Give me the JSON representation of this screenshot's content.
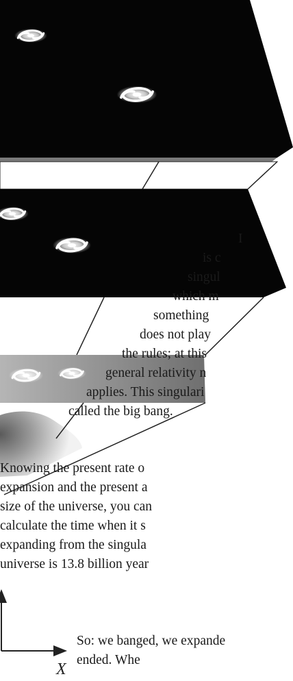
{
  "axes": {
    "x_label": "X"
  },
  "icons": {
    "galaxy": "spiral-galaxy-icon"
  },
  "text": {
    "p1_lines": [
      "I",
      "is c",
      "singul",
      "which m",
      "something",
      "does not play",
      "the rules; at this",
      "general relativity n",
      "applies. This singulari",
      "called the big bang."
    ],
    "p2_lines": [
      "Knowing the present rate o",
      "expansion and the present a",
      "size of the universe, you can",
      "calculate the time when it s",
      "expanding from the singula",
      "universe is 13.8 billion year"
    ],
    "p3_lines": [
      "So: we banged, we expande",
      "ended. Whe"
    ]
  }
}
